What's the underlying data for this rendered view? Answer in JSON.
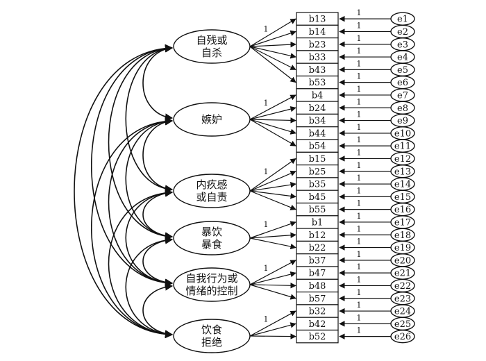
{
  "factors": [
    {
      "lines": [
        "自残或",
        "自杀"
      ],
      "items": [
        "b13",
        "b14",
        "b23",
        "b33",
        "b43",
        "b53"
      ],
      "fixed_weight": "1"
    },
    {
      "lines": [
        "嫉妒"
      ],
      "items": [
        "b4",
        "b24",
        "b34",
        "b44",
        "b54"
      ],
      "fixed_weight": "1"
    },
    {
      "lines": [
        "内疚感",
        "或自责"
      ],
      "items": [
        "b15",
        "b25",
        "b35",
        "b45",
        "b55"
      ],
      "fixed_weight": "1"
    },
    {
      "lines": [
        "暴饮",
        "暴食"
      ],
      "items": [
        "b1",
        "b12",
        "b22"
      ],
      "fixed_weight": "1"
    },
    {
      "lines": [
        "自我行为或",
        "情绪的控制"
      ],
      "items": [
        "b37",
        "b47",
        "b48",
        "b57"
      ],
      "fixed_weight": "1"
    },
    {
      "lines": [
        "饮食",
        "拒绝"
      ],
      "items": [
        "b32",
        "b42",
        "b52"
      ],
      "fixed_weight": "1"
    }
  ],
  "errors": [
    "e1",
    "e2",
    "e3",
    "e4",
    "e5",
    "e6",
    "e7",
    "e8",
    "e9",
    "e10",
    "e11",
    "e12",
    "e13",
    "e14",
    "e15",
    "e16",
    "e17",
    "e18",
    "e19",
    "e20",
    "e21",
    "e22",
    "e23",
    "e24",
    "e25",
    "e26"
  ],
  "error_path_label": "1"
}
